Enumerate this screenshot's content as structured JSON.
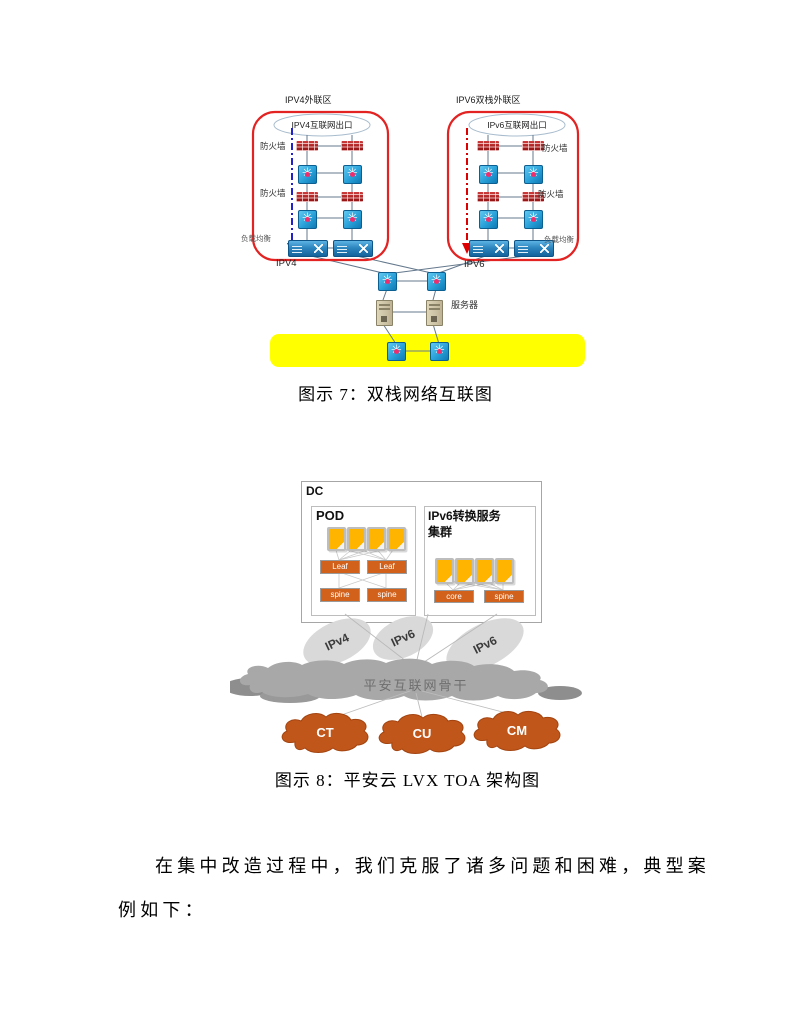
{
  "figure7": {
    "caption": "图示 7：双栈网络互联图",
    "left_zone": {
      "title": "IPV4外联区",
      "cloud": "IPV4互联网出口",
      "firewall_top": "防火墙",
      "firewall_bottom": "防火墙",
      "load_balancer": "负载均衡",
      "stack": "IPV4"
    },
    "right_zone": {
      "title": "IPV6双栈外联区",
      "cloud": "IPv6互联网出口",
      "firewall_top": "防火墙",
      "firewall_bottom": "防火墙",
      "load_balancer": "负载均衡",
      "stack": "IPV6"
    },
    "server": "服务器"
  },
  "figure8": {
    "caption": "图示 8：平安云 LVX TOA 架构图",
    "dc": "DC",
    "pod": {
      "title": "POD",
      "leaf_left": "Leaf",
      "leaf_right": "Leaf",
      "spine_left": "spine",
      "spine_right": "spine"
    },
    "cluster": {
      "title_line1": "IPv6转换服务",
      "title_line2": "集群",
      "bar_left": "core",
      "bar_right": "spine"
    },
    "pipes": {
      "pipe1": "IPv4",
      "pipe2": "IPv6",
      "pipe3": "IPv6"
    },
    "backbone": "平安互联网骨干",
    "carriers": {
      "ct": "CT",
      "cu": "CU",
      "cm": "CM"
    }
  },
  "paragraph": {
    "line1": "在集中改造过程中，我们克服了诸多问题和困难，典型案",
    "line2": "例如下："
  },
  "icons": {
    "switch_glyph": "✳"
  },
  "colors": {
    "zone_border_red": "#e32222",
    "ipv4_path_blue": "#2222cc",
    "ipv6_path_red": "#dd0000",
    "switch_cyan": "#28a0d8",
    "firewall_red": "#b22222",
    "highlight_yellow": "#ffff00",
    "fabric_orange": "#d2611c",
    "doc_orange": "#ffb400",
    "backbone_gray": "#a8a8a8",
    "carrier_orange": "#c0561a"
  }
}
